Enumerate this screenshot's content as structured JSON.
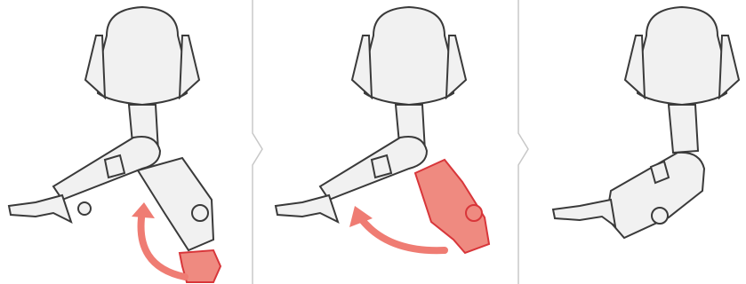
{
  "figure": {
    "panels": [
      {
        "step": 1,
        "state": "leg-extended",
        "highlight": "foot-tab",
        "arrow": "curved-up"
      },
      {
        "step": 2,
        "state": "leg-folding",
        "highlight": "lower-leg",
        "arrow": "curved-left"
      },
      {
        "step": 3,
        "state": "leg-folded",
        "highlight": "none",
        "arrow": "none"
      }
    ],
    "colors": {
      "part_fill": "#f1f1f1",
      "part_shadow": "#d3d3d3",
      "outline": "#3a3a3a",
      "highlight_fill": "#ef8a80",
      "highlight_stroke": "#d8363a",
      "arrow": "#ef7c73",
      "divider": "#c8c8c8"
    },
    "icons": [
      "chevron-divider-icon",
      "curved-arrow-icon"
    ]
  }
}
